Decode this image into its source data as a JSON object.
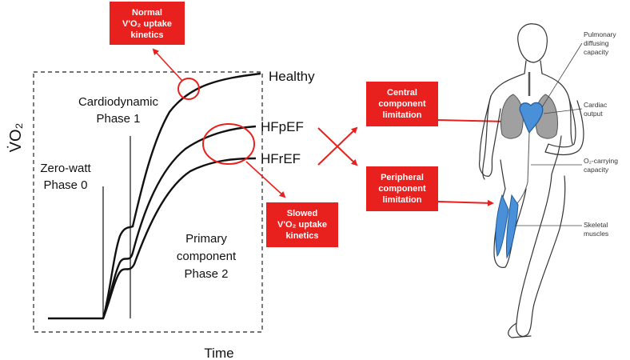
{
  "axes": {
    "y_label": "V̇O₂",
    "x_label": "Time"
  },
  "curves": {
    "healthy": "Healthy",
    "hfpef": "HFpEF",
    "hfref": "HFrEF"
  },
  "phases": {
    "phase0_line1": "Zero-watt",
    "phase0_line2": "Phase 0",
    "phase1_line1": "Cardiodynamic",
    "phase1_line2": "Phase 1",
    "phase2_line1": "Primary",
    "phase2_line2": "component",
    "phase2_line3": "Phase 2"
  },
  "boxes": {
    "normal_line1": "Normal",
    "normal_line2": "V'O₂ uptake",
    "normal_line3": "kinetics",
    "slowed_line1": "Slowed",
    "slowed_line2": "V'O₂ uptake",
    "slowed_line3": "kinetics",
    "central_line1": "Central",
    "central_line2": "component",
    "central_line3": "limitation",
    "peripheral_line1": "Peripheral",
    "peripheral_line2": "component",
    "peripheral_line3": "limitation"
  },
  "body_labels": {
    "pulmonary_line1": "Pulmonary",
    "pulmonary_line2": "diffusing",
    "pulmonary_line3": "capacity",
    "cardiac_line1": "Cardiac",
    "cardiac_line2": "output",
    "o2_line1": "O₂-carrying",
    "o2_line2": "capacity",
    "skeletal_line1": "Skeletal",
    "skeletal_line2": "muscles"
  },
  "colors": {
    "accent_red": "#e8201e",
    "organ_blue": "#4a90d9",
    "organ_grey": "#a0a0a0"
  }
}
